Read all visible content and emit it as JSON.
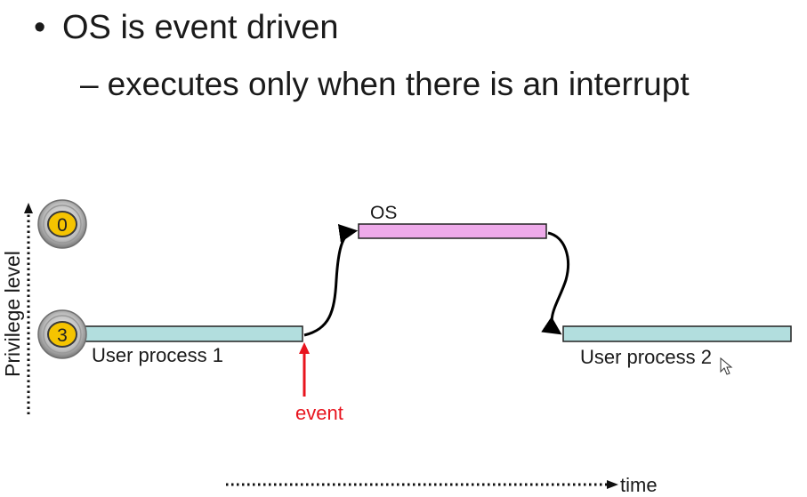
{
  "bullets": [
    {
      "marker": "•",
      "text": "OS is event driven"
    },
    {
      "marker": "–",
      "text": "executes only when there is an interrupt"
    }
  ],
  "diagram": {
    "y_axis_label": "Privilege level",
    "x_axis_label": "time",
    "levels": [
      {
        "label": "0",
        "color": "#f5c400"
      },
      {
        "label": "3",
        "color": "#f5c400"
      }
    ],
    "bars": [
      {
        "label": "User process 1",
        "color": "#b2dede"
      },
      {
        "label": "OS",
        "color": "#eeaaea"
      },
      {
        "label": "User process 2",
        "color": "#b2dede"
      }
    ],
    "event": {
      "label": "event",
      "color": "#e8141e"
    }
  }
}
